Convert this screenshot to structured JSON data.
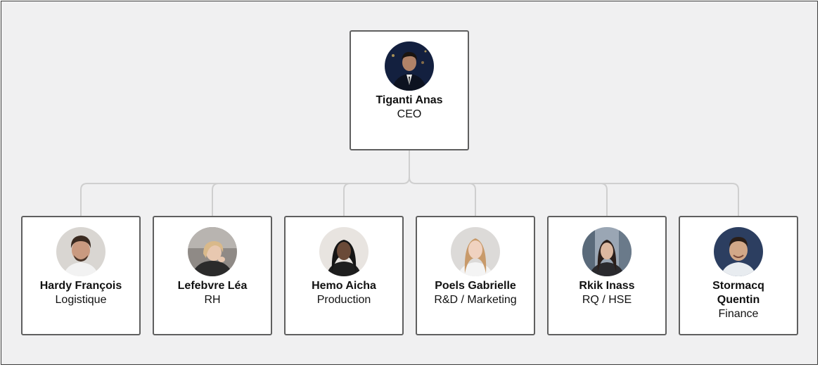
{
  "ceo": {
    "name": "Tiganti Anas",
    "role": "CEO",
    "avatar_icon": "person-photo-icon"
  },
  "reports": [
    {
      "name": "Hardy François",
      "role": "Logistique"
    },
    {
      "name": "Lefebvre Léa",
      "role": "RH"
    },
    {
      "name": "Hemo Aicha",
      "role": "Production"
    },
    {
      "name": "Poels Gabrielle",
      "role": "R&D / Marketing"
    },
    {
      "name": "Rkik Inass",
      "role": "RQ / HSE"
    },
    {
      "name": "Stormacq Quentin",
      "role": "Finance"
    }
  ],
  "colors": {
    "background": "#f0f0f1",
    "card_border": "#5f5f5f",
    "connector": "#cfcfcf"
  }
}
